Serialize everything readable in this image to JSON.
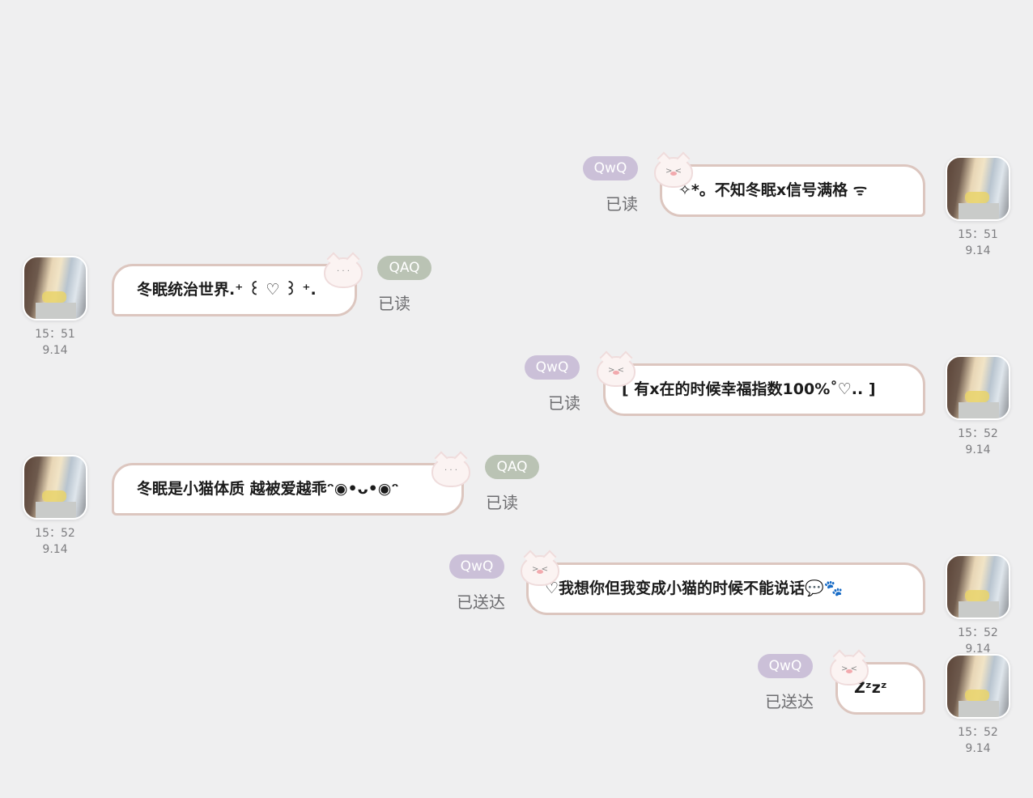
{
  "messages": [
    {
      "side": "right",
      "badge": "QwQ",
      "status": "已读",
      "text": "✧*。不知冬眠x信号满格 ᯤ",
      "time": "15：51",
      "date": "9.14"
    },
    {
      "side": "left",
      "badge": "QAQ",
      "status": "已读",
      "text": "冬眠统治世界.⁺ ꒰ ♡ ꒱ ⁺.",
      "time": "15：51",
      "date": "9.14"
    },
    {
      "side": "right",
      "badge": "QwQ",
      "status": "已读",
      "text": "[ 有x在的时候幸福指数100%˚♡.. ]",
      "time": "15：52",
      "date": "9.14"
    },
    {
      "side": "left",
      "badge": "QAQ",
      "status": "已读",
      "text": "冬眠是小猫体质 越被爱越乖ᵔ◉•ᴗ•◉ᵔ",
      "time": "15：52",
      "date": "9.14"
    },
    {
      "side": "right",
      "badge": "QwQ",
      "status": "已送达",
      "text": "♡我想你但我变成小猫的时候不能说话💬🐾",
      "time": "15：52",
      "date": "9.14"
    },
    {
      "side": "right",
      "badge": "QwQ",
      "status": "已送达",
      "text": "Zᶻzᶻ",
      "time": "15：52",
      "date": "9.14"
    }
  ],
  "colors": {
    "background": "#efeff0",
    "badge_qwq": "#cbc0d8",
    "badge_qaq": "#bac3b4",
    "bubble_border": "#dcc6bf"
  }
}
